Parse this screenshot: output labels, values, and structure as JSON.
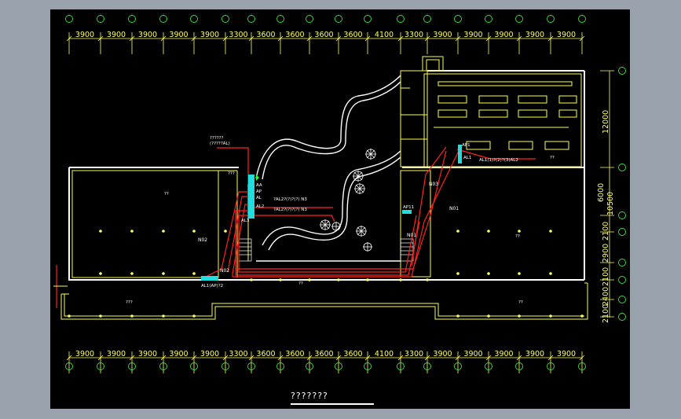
{
  "drawing": {
    "title": "???????",
    "top_dimensions": [
      "3900",
      "3900",
      "3900",
      "3900",
      "3900",
      "3300",
      "3600",
      "3600",
      "3600",
      "3600",
      "4100",
      "3300",
      "3900",
      "3900",
      "3900",
      "3900",
      "3900"
    ],
    "bottom_dimensions": [
      "3900",
      "3900",
      "3900",
      "3900",
      "3900",
      "3300",
      "3600",
      "3600",
      "3600",
      "3600",
      "4100",
      "3300",
      "3900",
      "3900",
      "3900",
      "3900",
      "3900"
    ],
    "right_dimensions": [
      "12000",
      "6000",
      "10500",
      "2100",
      "2900",
      "2100",
      "2400",
      "2100"
    ],
    "panel_labels": {
      "al1": "AL1",
      "al1_note": "AL1(1)?(2)?(3)AL2",
      "ap1": "AP1",
      "ap11": "AP11",
      "al3": "AL3",
      "al1_ap12": "AL1(AP)?2",
      "panel_items": [
        "AA",
        "AP",
        "AL",
        "AL2"
      ],
      "circuit_a": "?AL2?(?)?(?) N3",
      "circuit_b": "?AL2?(?)?(?) N3",
      "note_top": "??????",
      "note_top2": "(?????AL)"
    },
    "cable_labels": {
      "n02": "N02",
      "n03": "N03",
      "n01": "N01",
      "n01b": "N01",
      "n02b": "N02"
    },
    "room_labels": [
      "??",
      "???",
      "??",
      "??",
      "??",
      "???",
      "??"
    ]
  }
}
